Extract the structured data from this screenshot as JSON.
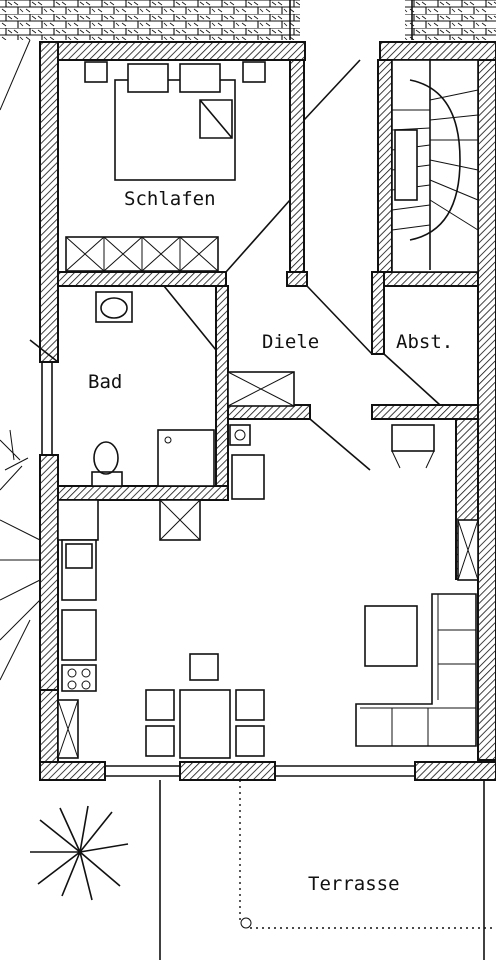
{
  "rooms": {
    "schlafen": "Schlafen",
    "diele": "Diele",
    "abst": "Abst.",
    "bad": "Bad",
    "terrasse": "Terrasse"
  }
}
